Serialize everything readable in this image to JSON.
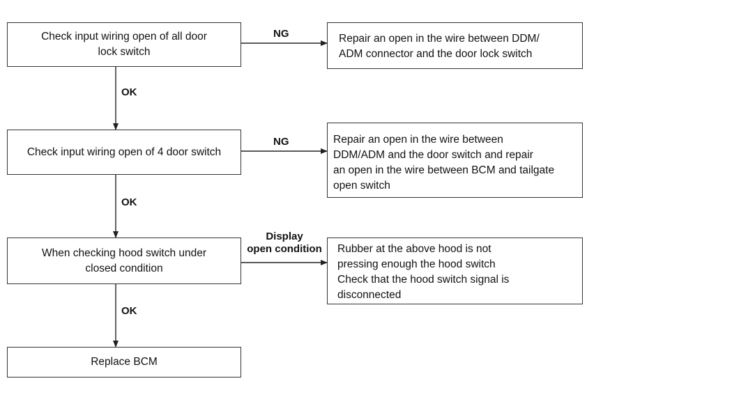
{
  "steps": [
    {
      "text": [
        "Check input wiring open of all door",
        "lock switch"
      ],
      "branch_label": [
        "NG"
      ],
      "result": [
        "Repair an open in the wire between DDM/",
        "ADM connector and the door lock switch"
      ],
      "next_label": "OK"
    },
    {
      "text": [
        "Check input wiring open of 4 door switch"
      ],
      "branch_label": [
        "NG"
      ],
      "result": [
        "Repair an open in the wire between",
        "DDM/ADM and the door switch and repair",
        "an open in the wire between BCM and tailgate",
        "open switch"
      ],
      "next_label": "OK"
    },
    {
      "text": [
        "When checking hood switch under",
        "closed condition"
      ],
      "branch_label": [
        "Display",
        "open condition"
      ],
      "result": [
        "Rubber at the above hood is not",
        "pressing enough the hood switch",
        "Check that the hood switch signal is",
        "disconnected"
      ],
      "next_label": "OK"
    },
    {
      "text": [
        "Replace BCM"
      ]
    }
  ]
}
